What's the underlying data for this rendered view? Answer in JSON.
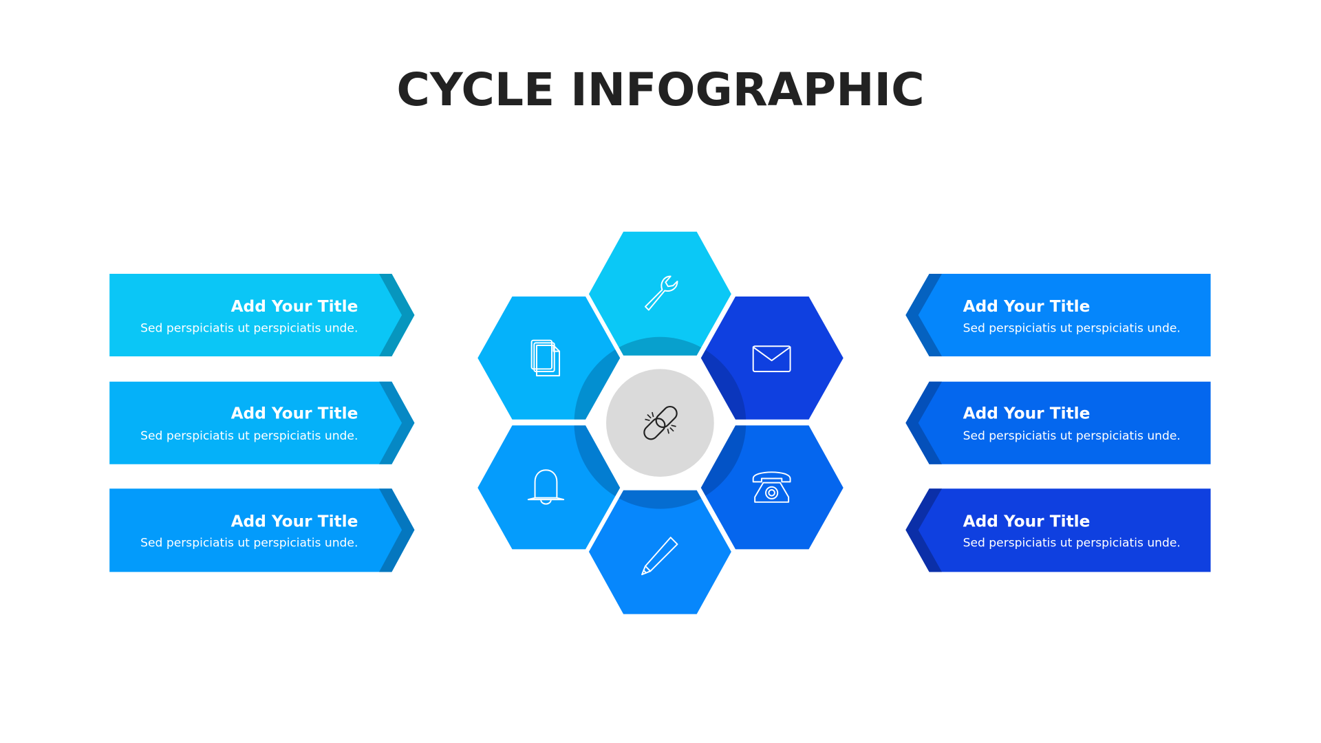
{
  "title": "CYCLE INFOGRAPHIC",
  "left_items": [
    {
      "title": "Add Your Title",
      "text": "Sed perspiciatis ut perspiciatis unde.",
      "color": "#0BC6F6",
      "dark": "#0796BE"
    },
    {
      "title": "Add Your Title",
      "text": "Sed perspiciatis ut perspiciatis unde.",
      "color": "#05B1F9",
      "dark": "#0688C4"
    },
    {
      "title": "Add Your Title",
      "text": "Sed perspiciatis ut perspiciatis unde.",
      "color": "#039BFB",
      "dark": "#0577BF"
    }
  ],
  "right_items": [
    {
      "title": "Add Your Title",
      "text": "Sed perspiciatis ut perspiciatis unde.",
      "color": "#0586FB",
      "dark": "#0562C0"
    },
    {
      "title": "Add Your Title",
      "text": "Sed perspiciatis ut perspiciatis unde.",
      "color": "#0467EE",
      "dark": "#0450BA"
    },
    {
      "title": "Add Your Title",
      "text": "Sed perspiciatis ut perspiciatis unde.",
      "color": "#0F40E0",
      "dark": "#0B2FA8"
    }
  ],
  "hexagons": [
    {
      "icon": "wrench-icon",
      "color": "#0BC8F6"
    },
    {
      "icon": "envelope-icon",
      "color": "#0F40E0"
    },
    {
      "icon": "telephone-icon",
      "color": "#0566EE"
    },
    {
      "icon": "pencil-icon",
      "color": "#0787FC"
    },
    {
      "icon": "bell-icon",
      "color": "#059CFC"
    },
    {
      "icon": "documents-icon",
      "color": "#05B2FA"
    }
  ],
  "center": {
    "icon": "broken-link-icon",
    "color": "#DADADA"
  }
}
